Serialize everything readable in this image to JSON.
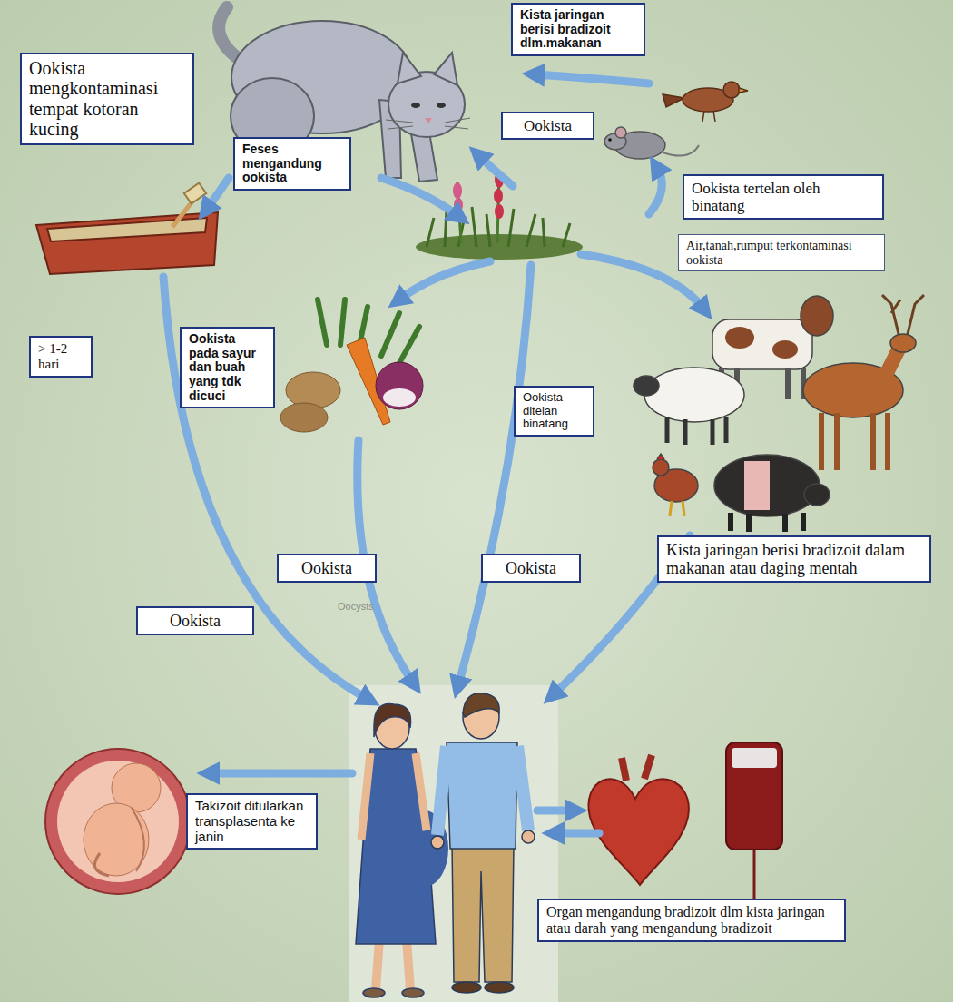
{
  "diagram": {
    "nodes": [
      {
        "text": [
          "Kista jaringan berisi bradizoit dlm.makanan"
        ]
      },
      {
        "text": [
          "Ookista mengkontaminasi tempat kotoran kucing"
        ]
      },
      {
        "text": [
          "Feses mengandung ookista"
        ]
      },
      {
        "text": [
          "Ookista"
        ]
      },
      {
        "text": [
          "Ookista tertelan oleh binatang"
        ]
      },
      {
        "text": [
          "Air,tanah,rumput terkontaminasi ookista"
        ]
      },
      {
        "text": [
          "> 1-2 hari"
        ]
      },
      {
        "text": [
          "Ookista pada sayur dan buah yang tdk dicuci"
        ]
      },
      {
        "text": [
          "Ookista ditelan binatang"
        ]
      },
      {
        "text": [
          "Ookista"
        ]
      },
      {
        "text": [
          "Ookista"
        ]
      },
      {
        "text": [
          "Kista jaringan berisi bradizoit dalam makanan atau daging mentah"
        ]
      },
      {
        "text": [
          "Ookista"
        ]
      },
      {
        "text": [
          "Takizoit ditularkan transplasenta ke janin"
        ]
      },
      {
        "text": [
          "Organ mengandung bradizoit dlm kista jaringan atau darah yang mengandung bradizoit"
        ]
      }
    ],
    "labels": [
      "Oocysts"
    ]
  }
}
